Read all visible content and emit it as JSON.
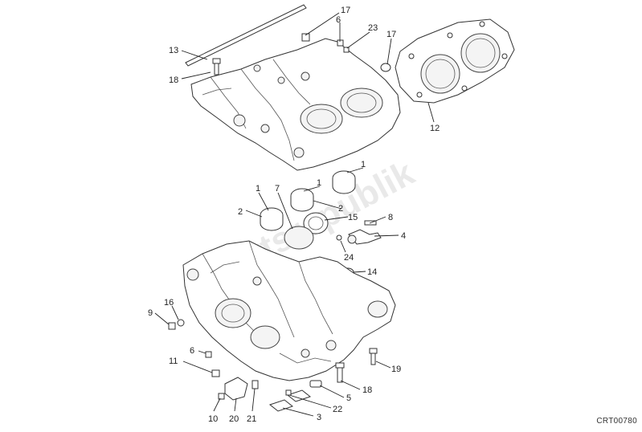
{
  "drawing_code": "CRT00780",
  "watermark": "Partsrepublik",
  "callouts": [
    "13",
    "18",
    "17",
    "6",
    "23",
    "17",
    "12",
    "1",
    "7",
    "1",
    "1",
    "2",
    "15",
    "2",
    "8",
    "4",
    "24",
    "14",
    "9",
    "16",
    "6",
    "11",
    "19",
    "18",
    "5",
    "22",
    "3",
    "10",
    "20",
    "21"
  ]
}
